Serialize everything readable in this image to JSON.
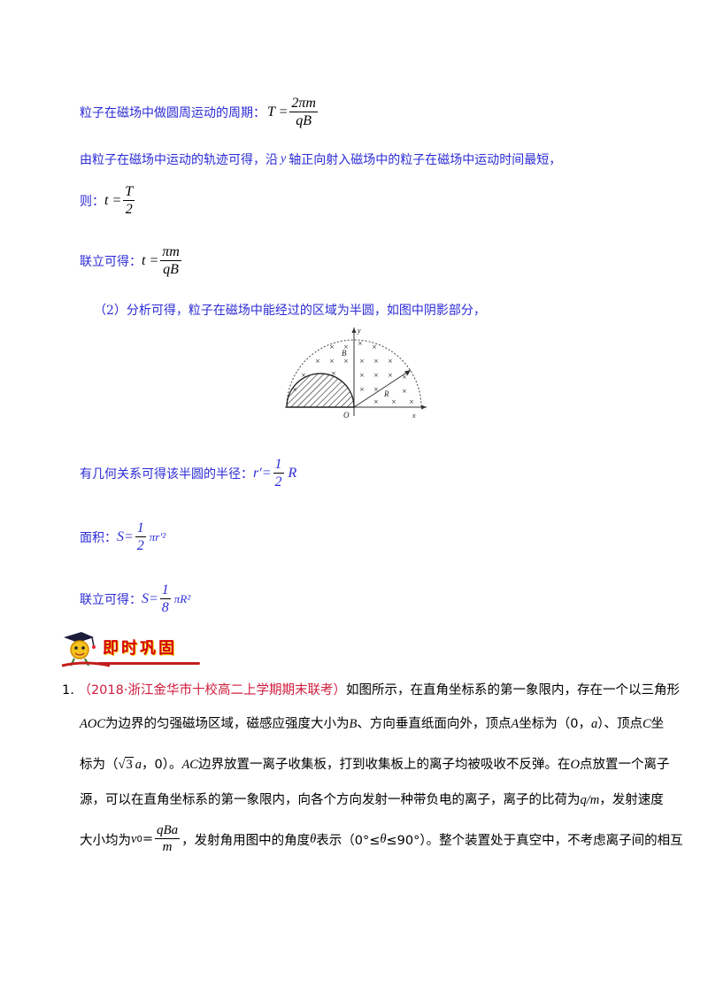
{
  "lines": {
    "period_label": "粒子在磁场中做圆周运动的周期：",
    "period_lhs": "T =",
    "period_num": "2πm",
    "period_den": "qB",
    "trajectory_text_a": "由粒子在磁场中运动的轨迹可得，沿",
    "trajectory_y": "y",
    "trajectory_text_b": "轴正向射入磁场中的粒子在磁场中运动时间最短，",
    "then_label": "则：",
    "then_lhs": "t =",
    "then_num": "T",
    "then_den": "2",
    "combine_label": "联立可得：",
    "combine_lhs": "t =",
    "combine_num": "πm",
    "combine_den": "qB",
    "part2_text": "（2）分析可得，粒子在磁场中能经过的区域为半圆，如图中阴影部分，",
    "radius_label": "有几何关系可得该半圆的半径：",
    "radius_lhs": "r′=",
    "radius_num": "1",
    "radius_den": "2",
    "radius_rhs": "R",
    "area_label": "面积：",
    "area_lhs": "S=",
    "area_num": "1",
    "area_den": "2",
    "area_rhs": "πr′²",
    "combine2_label": "联立可得：",
    "combine2_lhs": "S=",
    "combine2_num": "1",
    "combine2_den": "8",
    "combine2_rhs": "πR²"
  },
  "figure": {
    "label_y": "y",
    "label_x": "x",
    "label_o": "O",
    "label_b": "B",
    "label_r": "R"
  },
  "banner": {
    "title": "即时巩固"
  },
  "question": {
    "number": "1.",
    "source": "（2018·浙江金华市十校高二上学期期末联考）",
    "l1": "如图所示，在直角坐标系的第一象限内，存在一个以三角形",
    "l2_a": "AOC",
    "l2_b": "为边界的匀强磁场区域，磁感应强度大小为",
    "l2_c": "B",
    "l2_d": "、方向垂直纸面向外，顶点",
    "l2_e": "A",
    "l2_f": "坐标为（0，",
    "l2_g": "a",
    "l2_h": "）、顶点",
    "l2_i": "C",
    "l2_j": "坐",
    "l3_a": "标为（",
    "l3_sqrt": "3",
    "l3_b": "a",
    "l3_c": "，0）。",
    "l3_d": "AC",
    "l3_e": "边界放置一离子收集板，打到收集板上的离子均被吸收不反弹。在",
    "l3_f": "O",
    "l3_g": "点放置一个离子",
    "l4": "源，可以在直角坐标系的第一象限内，向各个方向发射一种带负电的离子，离子的比荷为",
    "l4_qm": "q/m",
    "l4_end": "，发射速度",
    "l5_a": "大小均为",
    "l5_v": "v",
    "l5_sub": "0",
    "l5_eq": "=",
    "l5_num": "qBa",
    "l5_den": "m",
    "l5_b": "，发射角用图中的角度",
    "l5_theta": "θ",
    "l5_c": "表示（0°≤",
    "l5_theta2": "θ",
    "l5_d": "≤90°）。整个装置处于真空中，不考虑离子间的相互"
  }
}
